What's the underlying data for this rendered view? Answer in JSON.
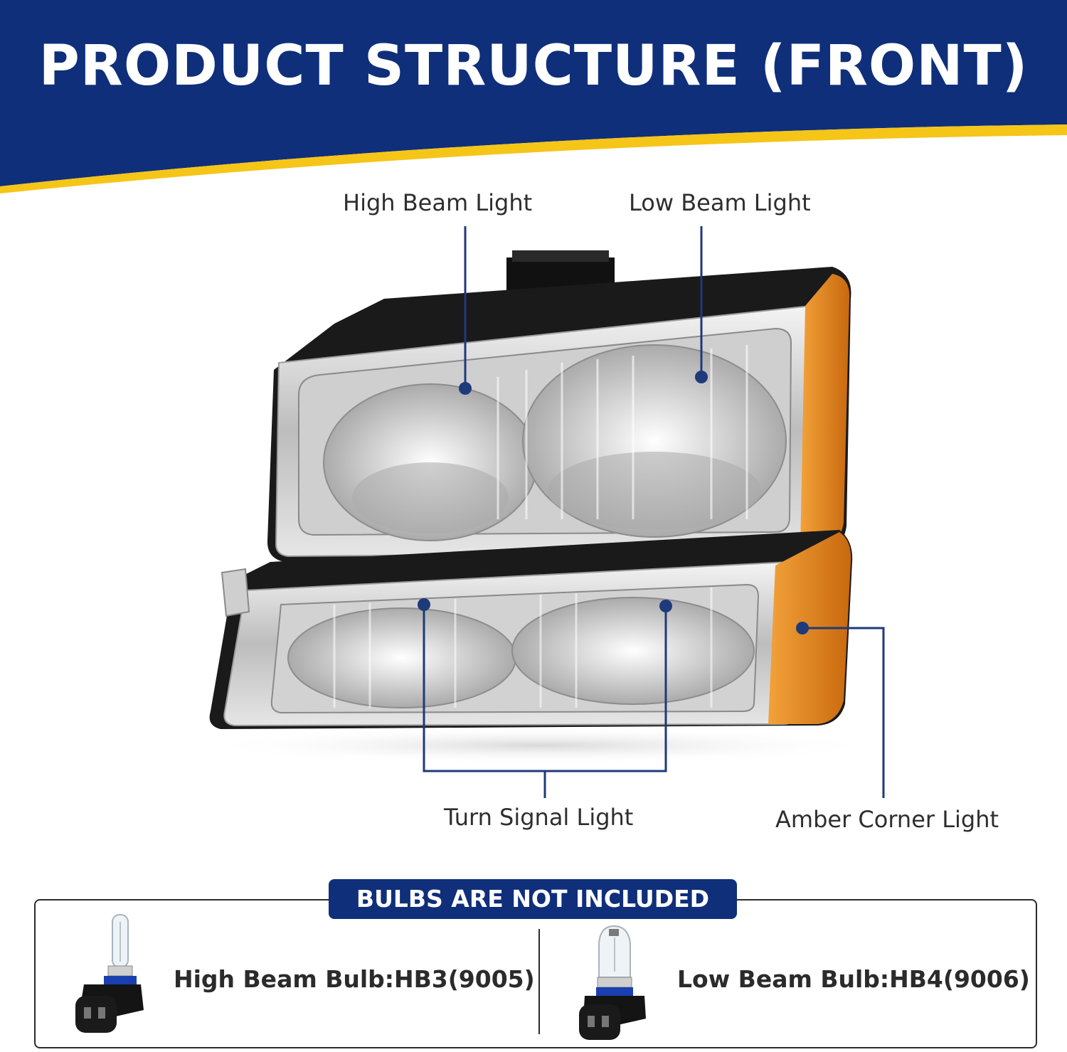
{
  "banner": {
    "title": "PRODUCT STRUCTURE (FRONT)",
    "color": "#0f2f7a",
    "accent": "#f5c518"
  },
  "callouts": {
    "high_beam": "High Beam Light",
    "low_beam": "Low Beam Light",
    "turn_signal": "Turn Signal Light",
    "amber_corner": "Amber Corner Light",
    "line_color": "#1f3a7a"
  },
  "bulbs": {
    "notice": "BULBS ARE NOT INCLUDED",
    "high_beam_bulb": "High Beam Bulb:HB3(9005)",
    "low_beam_bulb": "Low Beam Bulb:HB4(9006)"
  },
  "colors": {
    "chrome": "#d8d8d8",
    "amber": "#e58a1e",
    "housing": "#1a1a1a"
  }
}
